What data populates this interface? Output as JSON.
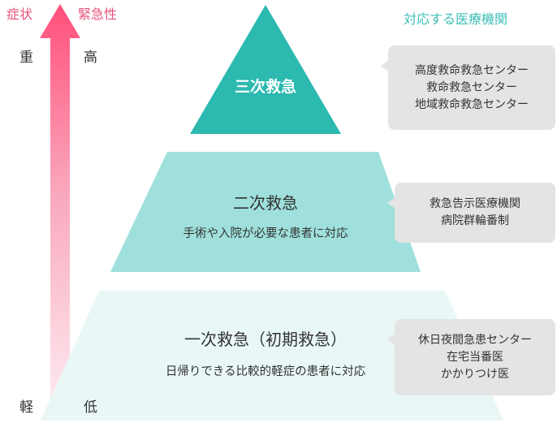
{
  "header": {
    "symptom": "症状",
    "urgency": "緊急性",
    "facilities": "対応する医療機関"
  },
  "severity_scale": {
    "high_left": "重",
    "high_right": "高",
    "low_left": "軽",
    "low_right": "低"
  },
  "tiers": [
    {
      "title": "三次救急",
      "description": "",
      "facilities": [
        "高度救命救急センター",
        "救命救急センター",
        "地域救命救急センター"
      ]
    },
    {
      "title": "二次救急",
      "description": "手術や入院が必要な患者に対応",
      "facilities": [
        "救急告示医療機関",
        "病院群輪番制"
      ]
    },
    {
      "title": "一次救急（初期救急）",
      "description": "日帰りできる比較的軽症の患者に対応",
      "facilities": [
        "休日夜間急患センター",
        "在宅当番医",
        "かかりつけ医"
      ]
    }
  ],
  "colors": {
    "arrow_top": "#ff4f7a",
    "arrow_bottom": "#fdeef2",
    "tier1_fill": "#e9f8f7",
    "tier2_fill": "#9fe0dc",
    "tier3_fill": "#2bb9b0",
    "bubble_fill": "#e4e4e4"
  }
}
